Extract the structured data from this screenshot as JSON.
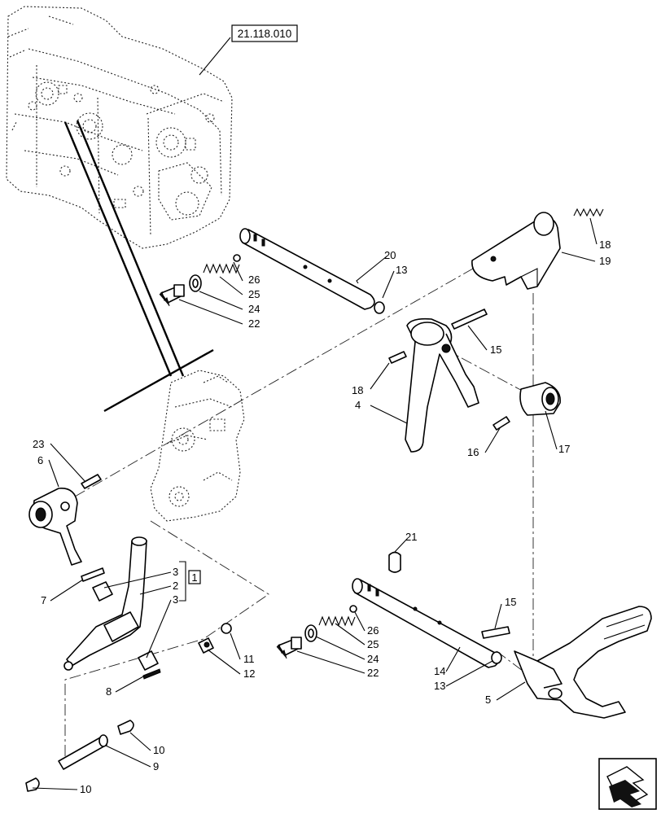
{
  "reference_label": "21.118.010",
  "group_label": "1",
  "callouts": {
    "c1": "1",
    "c2": "2",
    "c3a": "3",
    "c3b": "3",
    "c4": "4",
    "c5": "5",
    "c6": "6",
    "c7": "7",
    "c8": "8",
    "c9": "9",
    "c10a": "10",
    "c10b": "10",
    "c11": "11",
    "c12": "12",
    "c13a": "13",
    "c13b": "13",
    "c14": "14",
    "c15a": "15",
    "c15b": "15",
    "c16": "16",
    "c17": "17",
    "c18a": "18",
    "c18b": "18",
    "c19": "19",
    "c20": "20",
    "c21": "21",
    "c22a": "22",
    "c22b": "22",
    "c23": "23",
    "c24a": "24",
    "c24b": "24",
    "c25a": "25",
    "c25b": "25",
    "c26a": "26",
    "c26b": "26"
  },
  "nav_icon": "next-page-arrow-icon"
}
